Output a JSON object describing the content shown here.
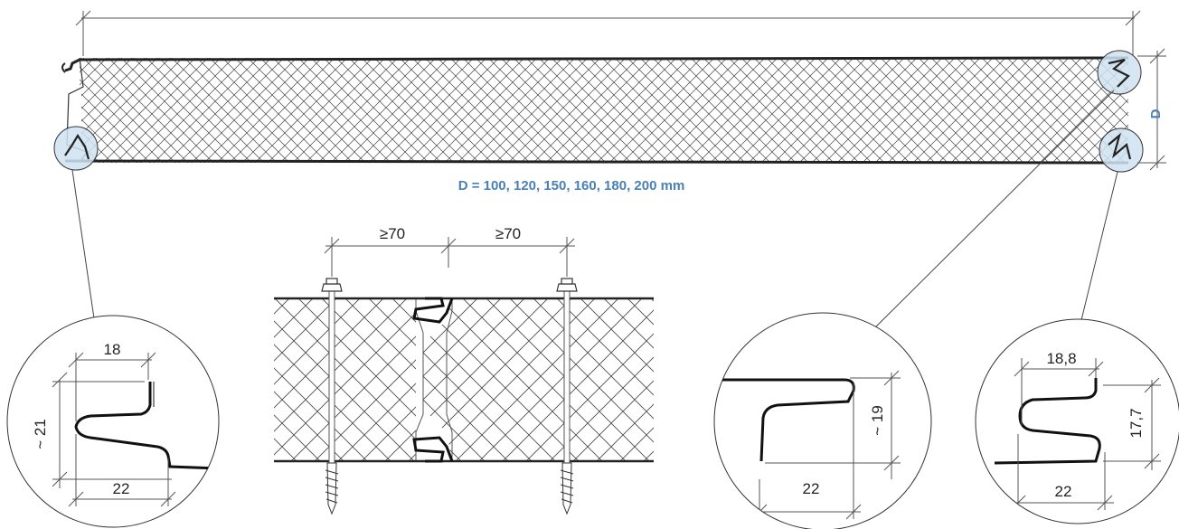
{
  "panel": {
    "thickness_note": "D =  100, 120, 150, 160, 180, 200 mm",
    "thickness_symbol": "D",
    "highlight_color": "#cfe3f1",
    "accent_color": "#4a80b5"
  },
  "joint_section": {
    "spacing_left": "≥70",
    "spacing_right": "≥70"
  },
  "details": {
    "left": {
      "top": "18",
      "side": "~ 21",
      "bottom": "22"
    },
    "middle": {
      "side": "~ 19",
      "bottom": "22"
    },
    "right": {
      "top": "18,8",
      "side": "17,7",
      "bottom": "22"
    }
  }
}
